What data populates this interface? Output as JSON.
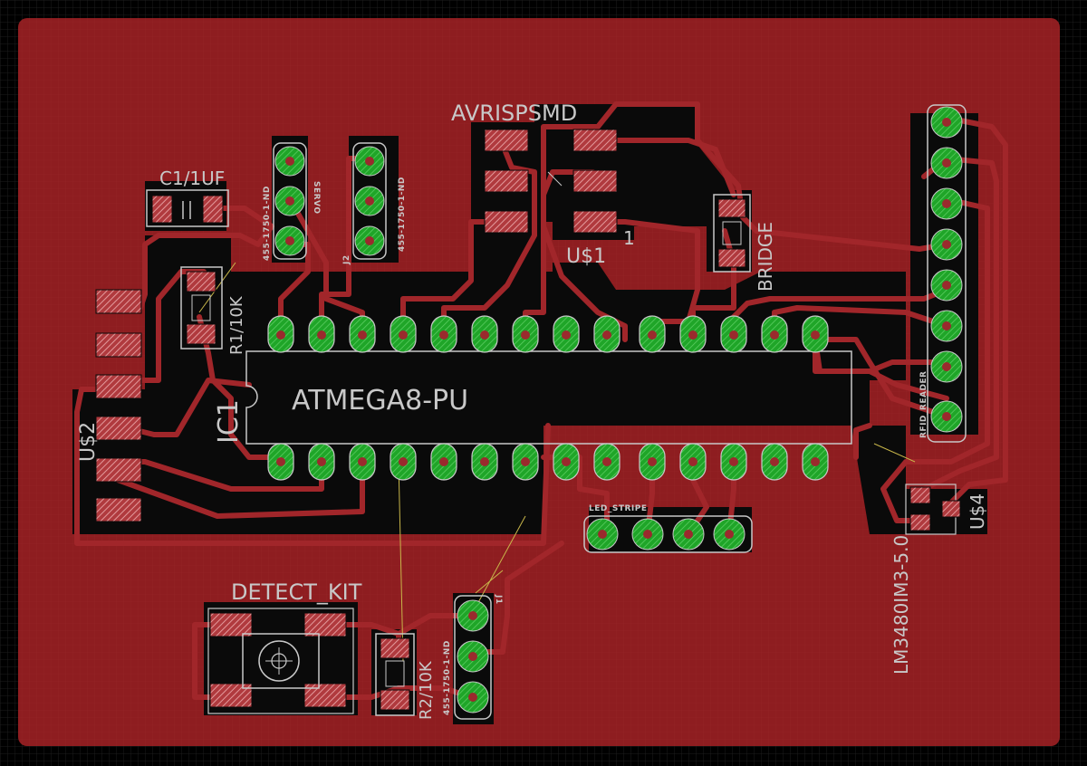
{
  "colors": {
    "background": "#000000",
    "copper_pour": "#8e1d20",
    "trace": "#a1262a",
    "clearance": "#0a0a0a",
    "pad_green": "#22b02a",
    "pad_hatch": "#c9797b",
    "silkscreen": "#c8c8c8",
    "airwire": "#c9b74a"
  },
  "labels": {
    "avrispsmd": "AVRISPSMD",
    "c1": "C1/1UF",
    "r1": "R1/10K",
    "ic1": "IC1",
    "atmega": "ATMEGA8-PU",
    "us1": "U$1",
    "pin1": "1",
    "bridge": "BRIDGE",
    "us2": "U$2",
    "us4": "U$4",
    "lm": "LM3480IM3-5.0",
    "led_stripe": "LED_STRIPE",
    "detect_kit": "DETECT_KIT",
    "r2": "R2/10K",
    "rfid_reader": "RFID_READER",
    "servo": "SERVO",
    "j2": "J2",
    "j1": "J1",
    "header_part_1": "455-1750-1-ND",
    "header_part_2": "455-1750-1-ND",
    "header_part_3": "455-1750-1-ND"
  },
  "icons": {
    "through_hole_pad": "green-octagon-pad",
    "smd_pad": "hatched-rectangle-pad",
    "pushbutton": "tactile-switch-icon"
  }
}
